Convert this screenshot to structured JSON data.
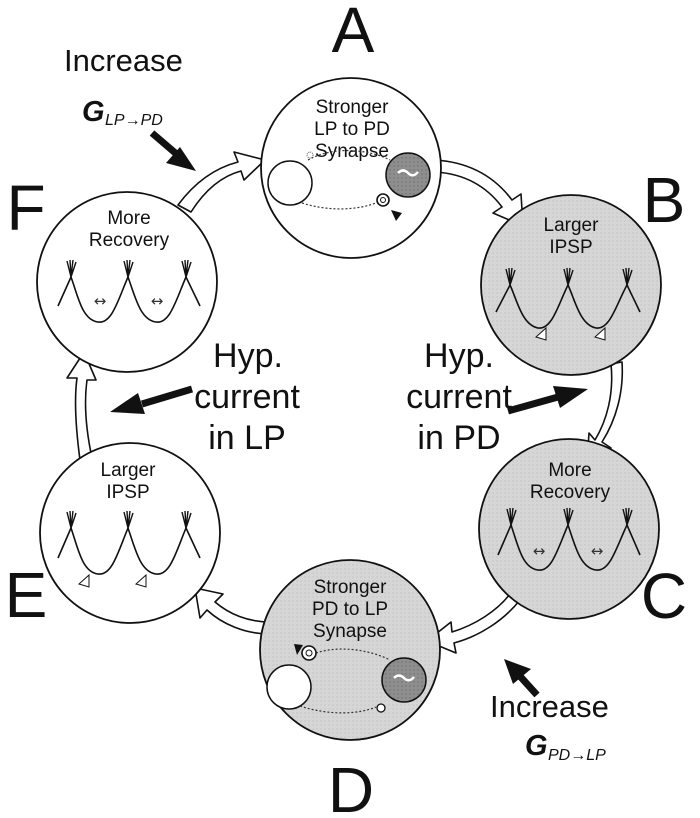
{
  "labels": {
    "A": "A",
    "B": "B",
    "C": "C",
    "D": "D",
    "E": "E",
    "F": "F"
  },
  "nodes": {
    "A": {
      "lines": [
        "Stronger",
        "LP to PD",
        "Synapse"
      ],
      "shaded": false
    },
    "B": {
      "lines": [
        "Larger",
        "IPSP"
      ],
      "shaded": true
    },
    "C": {
      "lines": [
        "More",
        "Recovery"
      ],
      "shaded": true
    },
    "D": {
      "lines": [
        "Stronger",
        "PD to LP",
        "Synapse"
      ],
      "shaded": true
    },
    "E": {
      "lines": [
        "Larger",
        "IPSP"
      ],
      "shaded": false
    },
    "F": {
      "lines": [
        "More",
        "Recovery"
      ],
      "shaded": false
    }
  },
  "increase_top": {
    "word": "Increase",
    "symbol": "G",
    "sub": "LP→PD"
  },
  "increase_bottom": {
    "word": "Increase",
    "symbol": "G",
    "sub": "PD→LP"
  },
  "hyp_left": {
    "lines": [
      "Hyp.",
      "current",
      "in LP"
    ]
  },
  "hyp_right": {
    "lines": [
      "Hyp.",
      "current",
      "in PD"
    ]
  },
  "double_arrow": "↔",
  "colors": {
    "shaded_fill": "#d4d4d4",
    "cell_fill": "#8f8f8f",
    "stroke": "#111111"
  }
}
